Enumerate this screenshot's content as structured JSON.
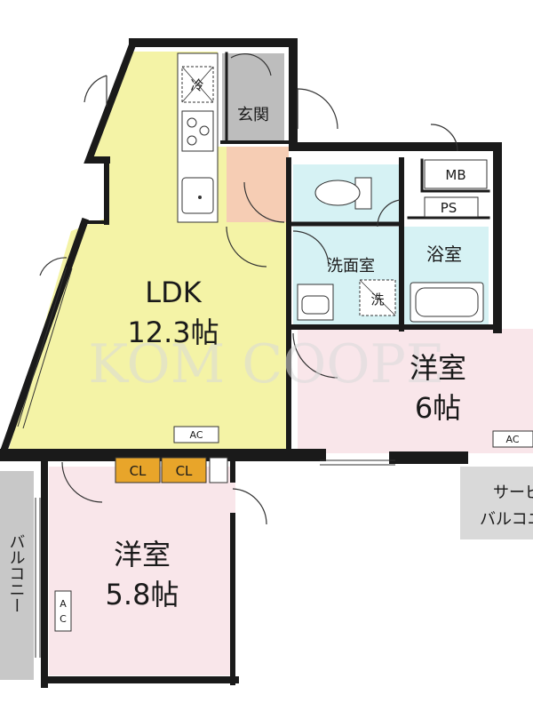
{
  "watermark": "KOM COOPE",
  "rooms": {
    "ldk": {
      "name": "LDK",
      "size": "12.3帖",
      "color": "#f4f3a6"
    },
    "western1": {
      "name": "洋室",
      "size": "6帖",
      "color": "#f9e6ea"
    },
    "western2": {
      "name": "洋室",
      "size": "5.8帖",
      "color": "#f9e6ea"
    },
    "entrance": {
      "name": "玄関",
      "color": "#bdbdbd"
    },
    "washroom": {
      "name": "洗面室",
      "color": "#d6f2f4"
    },
    "bathroom": {
      "name": "浴室",
      "color": "#d6f2f4"
    },
    "toilet": {
      "color": "#d6f2f4"
    },
    "hall": {
      "color": "#f6cdb4"
    },
    "balcony": {
      "name": "バルコニー",
      "color": "#c8c8c8"
    },
    "service_balcony": {
      "name_line1": "サービス",
      "name_line2": "バルコニー",
      "color": "#d9d9d9"
    }
  },
  "labels": {
    "mb": "MB",
    "ps": "PS",
    "fridge": "冷",
    "washer": "洗",
    "closet1": "CL",
    "closet2": "CL",
    "ac_ldk": "AC",
    "ac_western1": "AC",
    "ac_western2_a": "A",
    "ac_western2_b": "C"
  }
}
